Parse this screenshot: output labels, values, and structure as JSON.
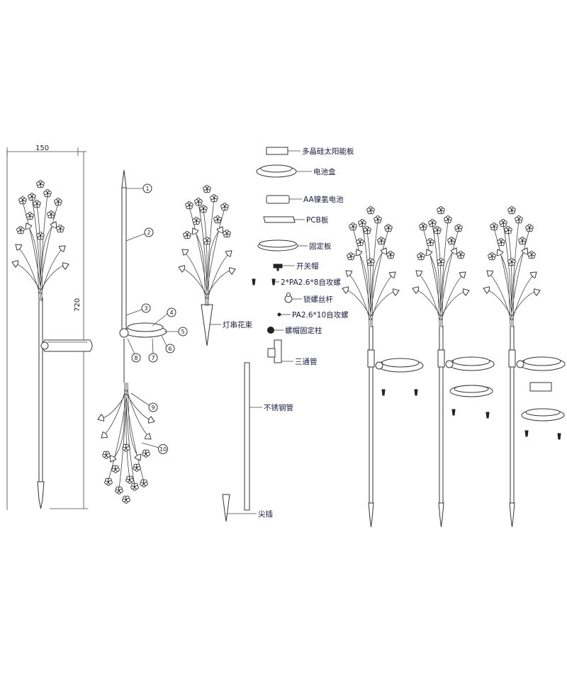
{
  "dimensions": {
    "width": "150",
    "height": "720"
  },
  "callouts": [
    "1",
    "2",
    "3",
    "4",
    "5",
    "6",
    "7",
    "8",
    "9",
    "10"
  ],
  "parts": [
    "多晶硅太阳能板",
    "电池盒",
    "AA镍氢电池",
    "PCB板",
    "固定板",
    "开关帽",
    "2*PA2.6*8自攻螺",
    "锁螺丝杆",
    "PA2.6*10自攻螺",
    "螺帽固定柱",
    "三通管"
  ],
  "labels": {
    "flower_bunch": "灯串花束",
    "steel_tube": "不锈钢管",
    "spike": "尖插"
  }
}
